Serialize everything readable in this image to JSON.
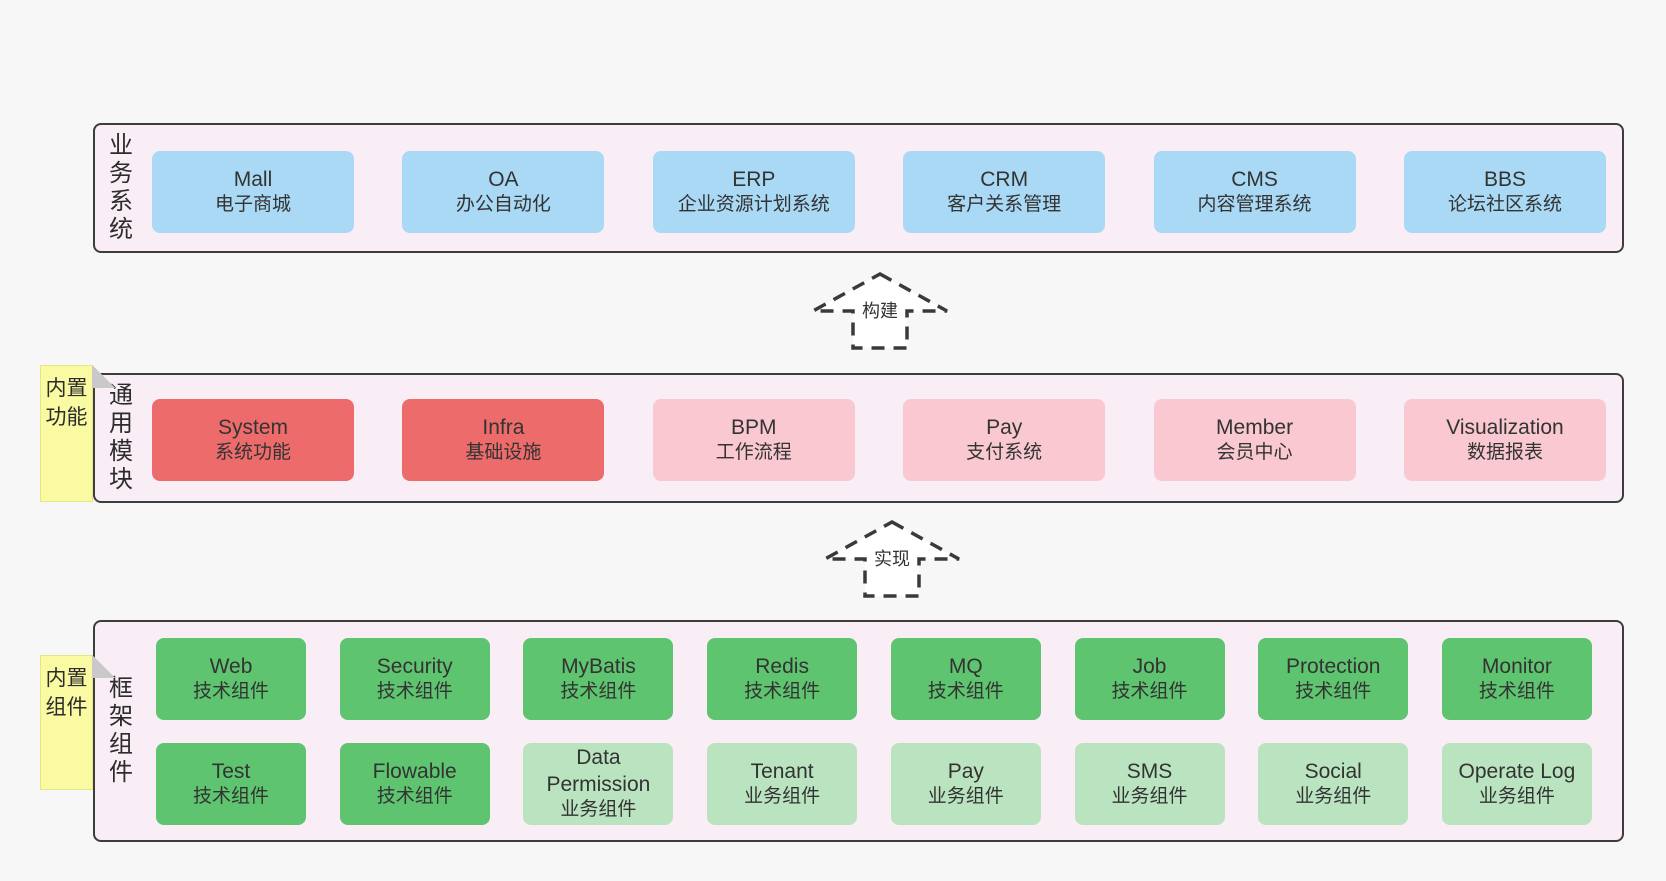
{
  "page": {
    "background": "#f7f7f7"
  },
  "colors": {
    "band_bg": "#f9edf6",
    "band_border": "#3d3d3d",
    "blue_box": "#a9d9f5",
    "red_box": "#ee6b6b",
    "pink_box": "#f9c8d0",
    "green_box": "#5ec46f",
    "light_green_box": "#b9e4bf",
    "sticky_note": "#fafaa3",
    "text": "#333333"
  },
  "bands": [
    {
      "id": "business-systems",
      "label": "业务系统",
      "boxes": [
        {
          "title": "Mall",
          "subtitle": "电子商城",
          "variant": "blue"
        },
        {
          "title": "OA",
          "subtitle": "办公自动化",
          "variant": "blue"
        },
        {
          "title": "ERP",
          "subtitle": "企业资源计划系统",
          "variant": "blue"
        },
        {
          "title": "CRM",
          "subtitle": "客户关系管理",
          "variant": "blue"
        },
        {
          "title": "CMS",
          "subtitle": "内容管理系统",
          "variant": "blue"
        },
        {
          "title": "BBS",
          "subtitle": "论坛社区系统",
          "variant": "blue"
        }
      ]
    },
    {
      "id": "common-modules",
      "label": "通用模块",
      "sticky": "内置功能",
      "boxes": [
        {
          "title": "System",
          "subtitle": "系统功能",
          "variant": "red"
        },
        {
          "title": "Infra",
          "subtitle": "基础设施",
          "variant": "red"
        },
        {
          "title": "BPM",
          "subtitle": "工作流程",
          "variant": "pink"
        },
        {
          "title": "Pay",
          "subtitle": "支付系统",
          "variant": "pink"
        },
        {
          "title": "Member",
          "subtitle": "会员中心",
          "variant": "pink"
        },
        {
          "title": "Visualization",
          "subtitle": "数据报表",
          "variant": "pink"
        }
      ]
    },
    {
      "id": "framework-components",
      "label": "框架组件",
      "sticky": "内置组件",
      "rows": [
        [
          {
            "title": "Web",
            "subtitle": "技术组件",
            "variant": "green"
          },
          {
            "title": "Security",
            "subtitle": "技术组件",
            "variant": "green"
          },
          {
            "title": "MyBatis",
            "subtitle": "技术组件",
            "variant": "green"
          },
          {
            "title": "Redis",
            "subtitle": "技术组件",
            "variant": "green"
          },
          {
            "title": "MQ",
            "subtitle": "技术组件",
            "variant": "green"
          },
          {
            "title": "Job",
            "subtitle": "技术组件",
            "variant": "green"
          },
          {
            "title": "Protection",
            "subtitle": "技术组件",
            "variant": "green"
          },
          {
            "title": "Monitor",
            "subtitle": "技术组件",
            "variant": "green"
          }
        ],
        [
          {
            "title": "Test",
            "subtitle": "技术组件",
            "variant": "green"
          },
          {
            "title": "Flowable",
            "subtitle": "技术组件",
            "variant": "green"
          },
          {
            "title": "Data Permission",
            "subtitle": "业务组件",
            "variant": "green-light"
          },
          {
            "title": "Tenant",
            "subtitle": "业务组件",
            "variant": "green-light"
          },
          {
            "title": "Pay",
            "subtitle": "业务组件",
            "variant": "green-light"
          },
          {
            "title": "SMS",
            "subtitle": "业务组件",
            "variant": "green-light"
          },
          {
            "title": "Social",
            "subtitle": "业务组件",
            "variant": "green-light"
          },
          {
            "title": "Operate Log",
            "subtitle": "业务组件",
            "variant": "green-light"
          }
        ]
      ]
    }
  ],
  "arrows": [
    {
      "label": "构建"
    },
    {
      "label": "实现"
    }
  ]
}
